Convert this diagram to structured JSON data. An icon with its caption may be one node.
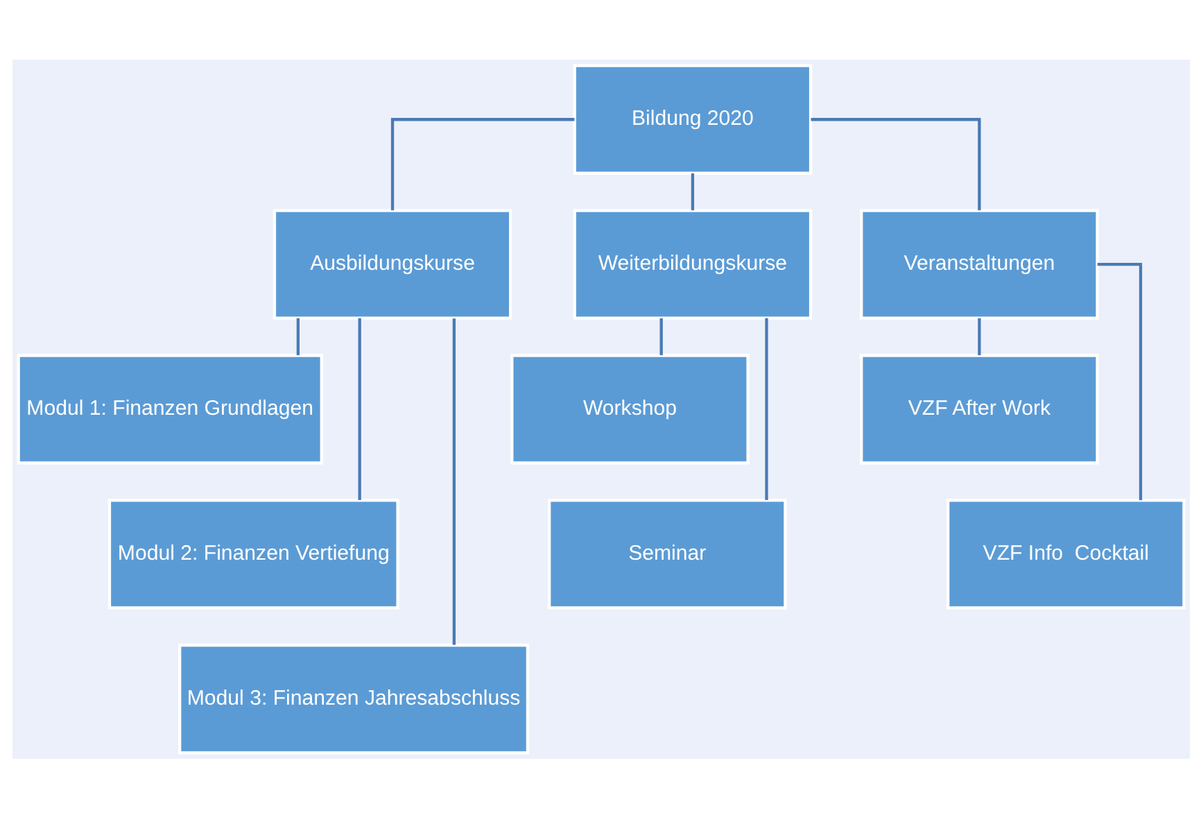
{
  "diagram": {
    "nodes": [
      {
        "text": [
          "Bildung 2020"
        ]
      },
      {
        "text": [
          "Ausbildungskurse"
        ]
      },
      {
        "text": [
          "Weiterbildungskurse"
        ]
      },
      {
        "text": [
          "Veranstaltungen"
        ]
      },
      {
        "text": [
          "Modul 1: Finanzen Grundlagen"
        ]
      },
      {
        "text": [
          "Modul 2: Finanzen Vertiefung"
        ]
      },
      {
        "text": [
          "Modul 3: Finanzen Jahresabschluss"
        ]
      },
      {
        "text": [
          "Workshop"
        ]
      },
      {
        "text": [
          "Seminar"
        ]
      },
      {
        "text": [
          "VZF After Work"
        ]
      },
      {
        "text": [
          "VZF Info  Cocktail"
        ]
      }
    ],
    "edges": [
      {
        "from": 0,
        "to": 1,
        "arrow": "none"
      },
      {
        "from": 0,
        "to": 2,
        "arrow": "none"
      },
      {
        "from": 0,
        "to": 3,
        "arrow": "none"
      },
      {
        "from": 1,
        "to": 4,
        "arrow": "none"
      },
      {
        "from": 1,
        "to": 5,
        "arrow": "none"
      },
      {
        "from": 1,
        "to": 6,
        "arrow": "none"
      },
      {
        "from": 2,
        "to": 7,
        "arrow": "none"
      },
      {
        "from": 2,
        "to": 8,
        "arrow": "none"
      },
      {
        "from": 3,
        "to": 9,
        "arrow": "none"
      },
      {
        "from": 3,
        "to": 10,
        "arrow": "none"
      }
    ]
  }
}
